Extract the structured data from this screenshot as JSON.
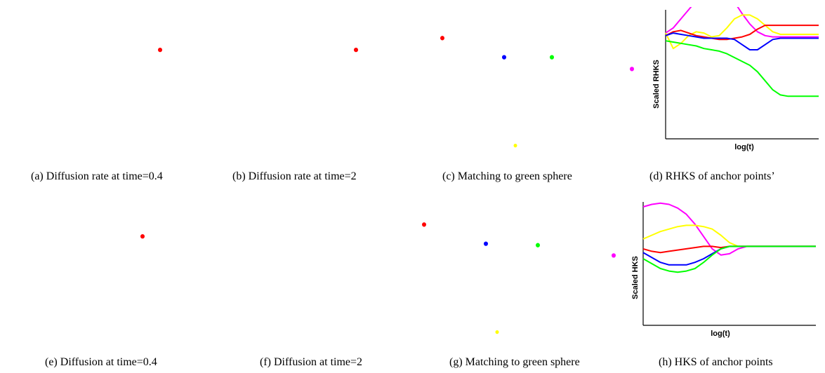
{
  "figure": {
    "captions": {
      "a": "(a) Diffusion rate at time=0.4",
      "b": "(b) Diffusion rate at time=2",
      "c": "(c) Matching to green sphere",
      "d": "(d) RHKS of anchor points’",
      "e": "(e) Diffusion at time=0.4",
      "f": "(f) Diffusion at time=2",
      "g": "(g) Matching to green sphere",
      "h": "(h) HKS of anchor points"
    }
  },
  "chart_data": [
    {
      "type": "line",
      "panel": "d",
      "xlabel": "log(t)",
      "ylabel": "Scaled RHKS",
      "x": [
        0,
        0.05,
        0.1,
        0.15,
        0.2,
        0.25,
        0.3,
        0.35,
        0.4,
        0.45,
        0.5,
        0.55,
        0.6,
        0.65,
        0.7,
        0.75,
        0.8,
        0.85,
        0.9,
        0.95,
        1.0
      ],
      "series": [
        {
          "color": "#ff00ff",
          "values": [
            0.82,
            0.86,
            0.93,
            1.0,
            1.07,
            1.12,
            1.15,
            1.16,
            1.13,
            1.06,
            0.97,
            0.89,
            0.83,
            0.8,
            0.79,
            0.79,
            0.79,
            0.79,
            0.79,
            0.79,
            0.79
          ]
        },
        {
          "color": "#ffff00",
          "values": [
            0.82,
            0.7,
            0.74,
            0.8,
            0.83,
            0.82,
            0.79,
            0.8,
            0.86,
            0.93,
            0.96,
            0.96,
            0.93,
            0.88,
            0.83,
            0.81,
            0.81,
            0.81,
            0.81,
            0.81,
            0.81
          ]
        },
        {
          "color": "#ff0000",
          "values": [
            0.8,
            0.83,
            0.84,
            0.82,
            0.8,
            0.79,
            0.78,
            0.77,
            0.77,
            0.78,
            0.79,
            0.81,
            0.85,
            0.88,
            0.88,
            0.88,
            0.88,
            0.88,
            0.88,
            0.88,
            0.88
          ]
        },
        {
          "color": "#0000ff",
          "values": [
            0.8,
            0.82,
            0.81,
            0.8,
            0.79,
            0.78,
            0.78,
            0.78,
            0.78,
            0.77,
            0.73,
            0.69,
            0.69,
            0.73,
            0.77,
            0.78,
            0.78,
            0.78,
            0.78,
            0.78,
            0.78
          ]
        },
        {
          "color": "#00ff00",
          "values": [
            0.76,
            0.75,
            0.74,
            0.73,
            0.72,
            0.7,
            0.69,
            0.68,
            0.66,
            0.63,
            0.6,
            0.57,
            0.52,
            0.45,
            0.38,
            0.34,
            0.33,
            0.33,
            0.33,
            0.33,
            0.33
          ]
        }
      ]
    },
    {
      "type": "line",
      "panel": "h",
      "xlabel": "log(t)",
      "ylabel": "Scaled HKS",
      "x": [
        0,
        0.05,
        0.1,
        0.15,
        0.2,
        0.25,
        0.3,
        0.35,
        0.4,
        0.45,
        0.5,
        0.55,
        0.6,
        0.65,
        0.7,
        0.75,
        0.8,
        0.85,
        0.9,
        0.95,
        1.0
      ],
      "series": [
        {
          "color": "#ff00ff",
          "values": [
            0.96,
            0.98,
            0.99,
            0.98,
            0.95,
            0.9,
            0.82,
            0.72,
            0.62,
            0.57,
            0.58,
            0.62,
            0.64,
            0.64,
            0.64,
            0.64,
            0.64,
            0.64,
            0.64,
            0.64,
            0.64
          ]
        },
        {
          "color": "#ffff00",
          "values": [
            0.7,
            0.73,
            0.76,
            0.78,
            0.8,
            0.81,
            0.81,
            0.8,
            0.78,
            0.73,
            0.67,
            0.64,
            0.64,
            0.64,
            0.64,
            0.64,
            0.64,
            0.64,
            0.64,
            0.64,
            0.64
          ]
        },
        {
          "color": "#ff0000",
          "values": [
            0.62,
            0.6,
            0.59,
            0.6,
            0.61,
            0.62,
            0.63,
            0.64,
            0.64,
            0.63,
            0.64,
            0.64,
            0.64,
            0.64,
            0.64,
            0.64,
            0.64,
            0.64,
            0.64,
            0.64,
            0.64
          ]
        },
        {
          "color": "#0000ff",
          "values": [
            0.59,
            0.55,
            0.51,
            0.49,
            0.49,
            0.49,
            0.51,
            0.54,
            0.58,
            0.62,
            0.64,
            0.64,
            0.64,
            0.64,
            0.64,
            0.64,
            0.64,
            0.64,
            0.64,
            0.64,
            0.64
          ]
        },
        {
          "color": "#00ff00",
          "values": [
            0.54,
            0.5,
            0.46,
            0.44,
            0.43,
            0.44,
            0.46,
            0.51,
            0.57,
            0.62,
            0.64,
            0.64,
            0.64,
            0.64,
            0.64,
            0.64,
            0.64,
            0.64,
            0.64,
            0.64,
            0.64
          ]
        }
      ]
    }
  ]
}
